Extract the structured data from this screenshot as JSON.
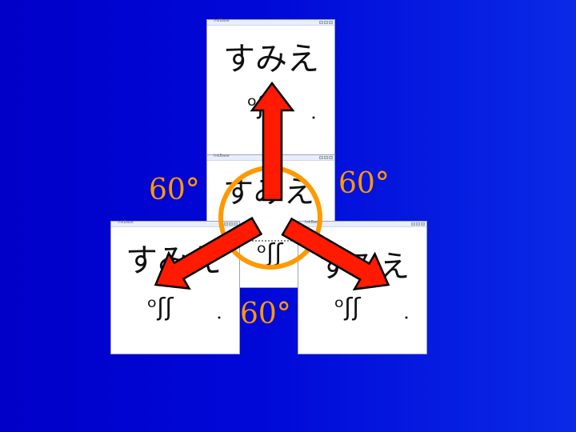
{
  "windows": [
    {
      "id": "top",
      "title": "InkBase"
    },
    {
      "id": "middle",
      "title": "InkBase"
    },
    {
      "id": "left",
      "title": "InkBase"
    },
    {
      "id": "right",
      "title": "InkBase"
    }
  ],
  "ink": {
    "word": "すみえ",
    "sub": "ᵒʃʃ"
  },
  "angles": {
    "left": "60°",
    "right": "60°",
    "bottom": "60°"
  },
  "colors": {
    "background": "#0000c8",
    "arrow_fill": "#ff1a00",
    "circle": "#ff9900",
    "angle_text": "#ff9900"
  }
}
